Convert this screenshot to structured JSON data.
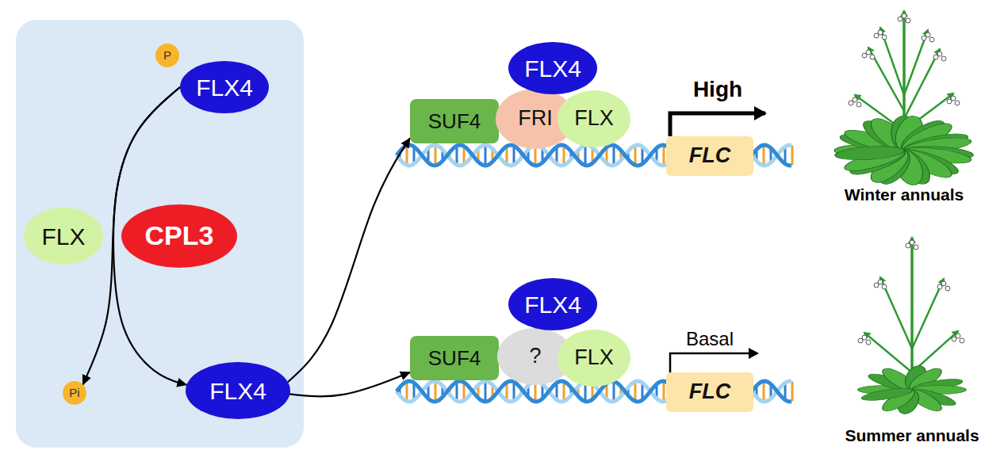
{
  "diagram": {
    "nodes": [
      {
        "text": [
          "P"
        ]
      },
      {
        "text": [
          "FLX4"
        ]
      },
      {
        "text": [
          "FLX"
        ]
      },
      {
        "text": [
          "CPL3"
        ]
      },
      {
        "text": [
          "Pi"
        ]
      },
      {
        "text": [
          "FLX4"
        ]
      },
      {
        "text": [
          "FLX4"
        ]
      },
      {
        "text": [
          "SUF4"
        ]
      },
      {
        "text": [
          "FRI"
        ]
      },
      {
        "text": [
          "FLX"
        ]
      },
      {
        "text": [
          "FLC"
        ]
      },
      {
        "text": [
          "FLX4"
        ]
      },
      {
        "text": [
          "SUF4"
        ]
      },
      {
        "text": [
          "?"
        ]
      },
      {
        "text": [
          "FLX"
        ]
      },
      {
        "text": [
          "FLC"
        ]
      }
    ],
    "edges": [
      {
        "from": 1,
        "to": 5,
        "arrow": "to"
      },
      {
        "from": 1,
        "to": 4,
        "arrow": "to"
      },
      {
        "from": 5,
        "to": 7,
        "arrow": "to"
      },
      {
        "from": 5,
        "to": 12,
        "arrow": "to"
      }
    ],
    "labels": [
      "High",
      "Basal",
      "Winter annuals",
      "Summer annuals"
    ]
  }
}
